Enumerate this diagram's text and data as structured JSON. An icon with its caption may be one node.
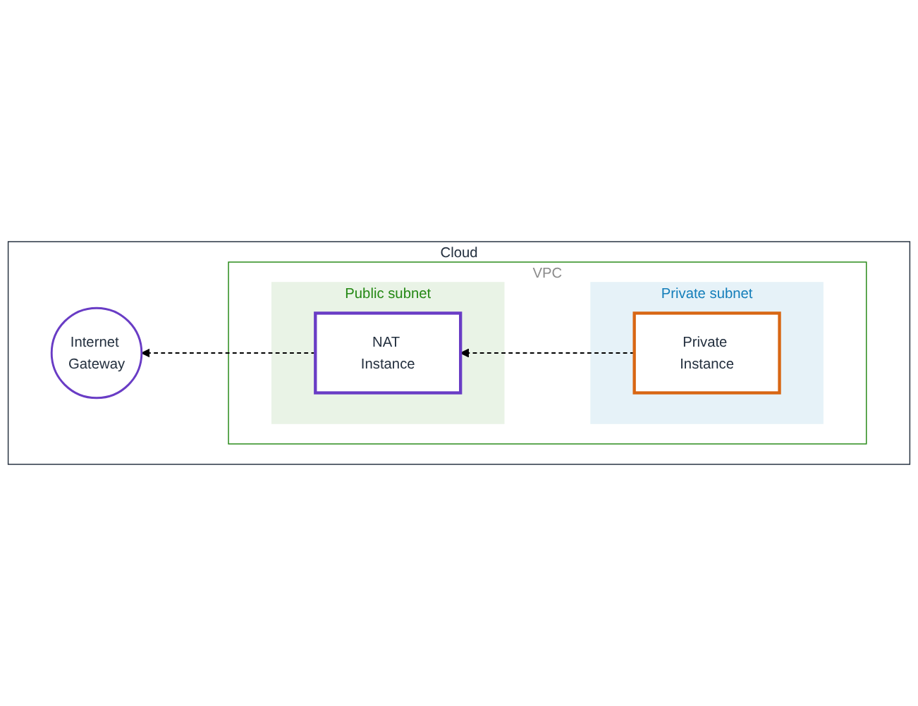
{
  "diagram": {
    "nodes": [
      {
        "text": [
          "Cloud"
        ]
      },
      {
        "text": [
          "VPC"
        ],
        "in": 0
      },
      {
        "text": [
          "Public subnet"
        ],
        "in": 1
      },
      {
        "text": [
          "Private subnet"
        ],
        "in": 1
      },
      {
        "text": [
          "NAT Instance"
        ],
        "in": 2
      },
      {
        "text": [
          "Private Instance"
        ],
        "in": 3
      },
      {
        "text": [
          "Internet Gateway"
        ],
        "in": 0
      }
    ],
    "edges": [
      {
        "from": 5,
        "to": 4,
        "arrow": "to",
        "style": "dashed"
      },
      {
        "from": 4,
        "to": 6,
        "arrow": "to",
        "style": "dashed"
      }
    ]
  }
}
